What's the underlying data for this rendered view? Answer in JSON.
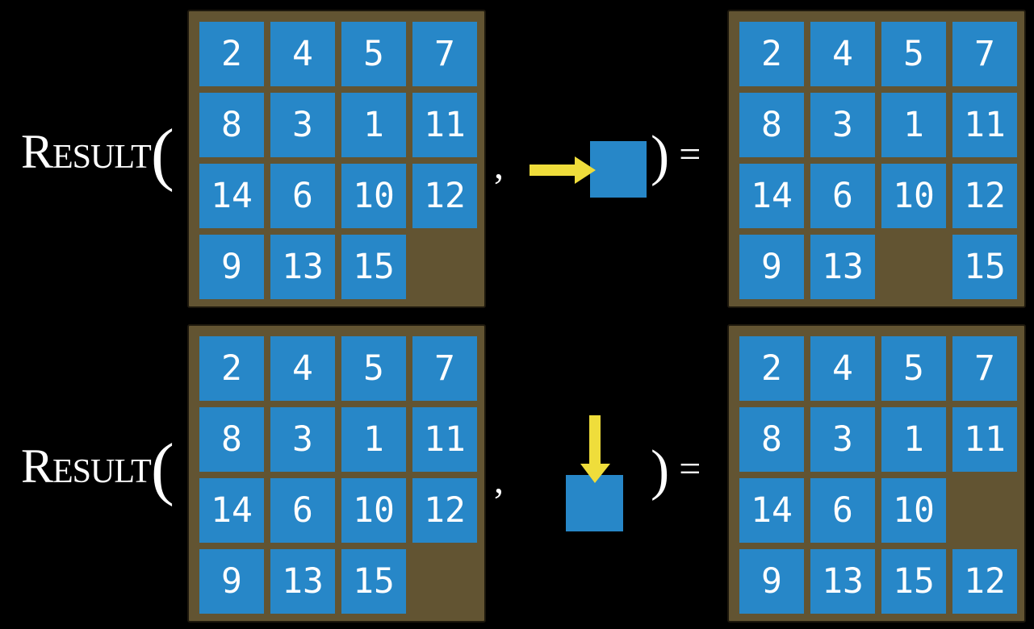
{
  "colors": {
    "background": "#000000",
    "tile_blue": "#2787c8",
    "frame_brown": "#625432",
    "arrow_yellow": "#efdd3b",
    "text_white": "#ffffff"
  },
  "fn": {
    "name": "Result",
    "open_paren": "(",
    "comma": ",",
    "close_paren": ")",
    "equals": "="
  },
  "examples": [
    {
      "move_icon": "arrow-right-icon",
      "move_direction": "right",
      "input_grid": [
        [
          2,
          4,
          5,
          7
        ],
        [
          8,
          3,
          1,
          11
        ],
        [
          14,
          6,
          10,
          12
        ],
        [
          9,
          13,
          15,
          null
        ]
      ],
      "output_grid": [
        [
          2,
          4,
          5,
          7
        ],
        [
          8,
          3,
          1,
          11
        ],
        [
          14,
          6,
          10,
          12
        ],
        [
          9,
          13,
          null,
          15
        ]
      ]
    },
    {
      "move_icon": "arrow-down-icon",
      "move_direction": "down",
      "input_grid": [
        [
          2,
          4,
          5,
          7
        ],
        [
          8,
          3,
          1,
          11
        ],
        [
          14,
          6,
          10,
          12
        ],
        [
          9,
          13,
          15,
          null
        ]
      ],
      "output_grid": [
        [
          2,
          4,
          5,
          7
        ],
        [
          8,
          3,
          1,
          11
        ],
        [
          14,
          6,
          10,
          null
        ],
        [
          9,
          13,
          15,
          12
        ]
      ]
    }
  ]
}
